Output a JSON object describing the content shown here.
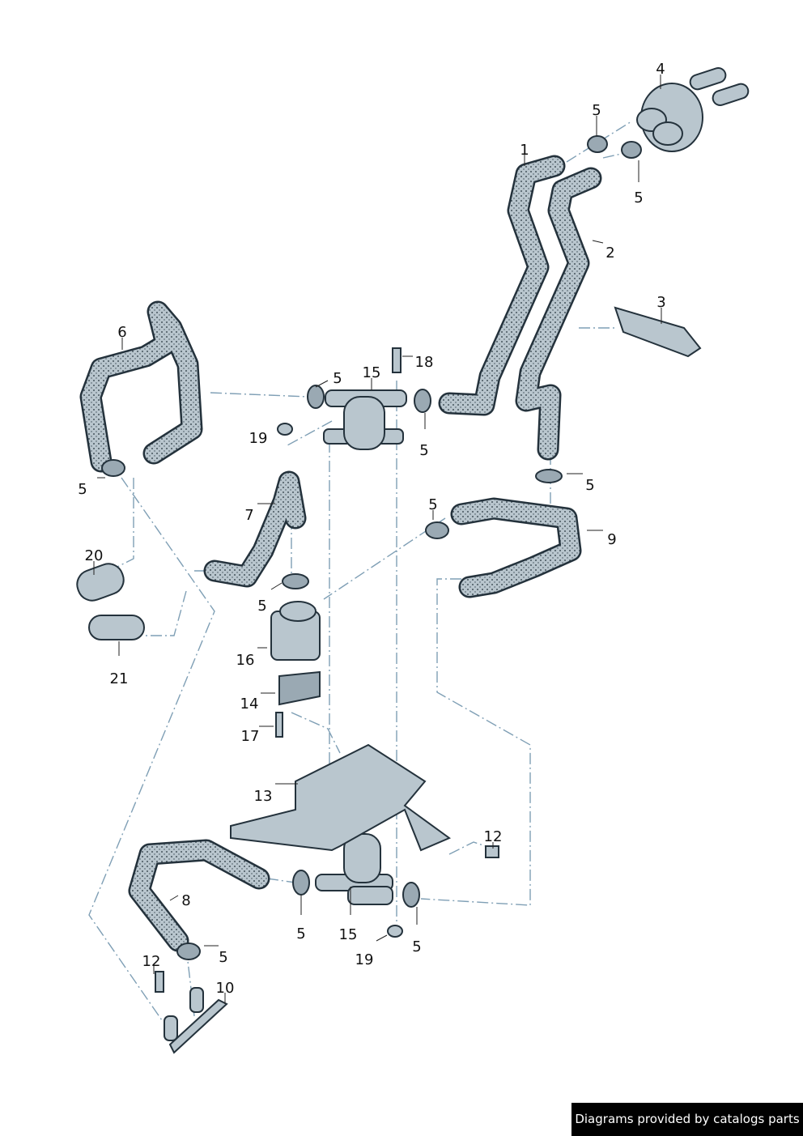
{
  "diagram": {
    "labels": [
      "1",
      "2",
      "3",
      "4",
      "5",
      "5",
      "6",
      "5",
      "15",
      "18",
      "19",
      "5",
      "5",
      "5",
      "7",
      "5",
      "9",
      "20",
      "5",
      "16",
      "21",
      "14",
      "17",
      "13",
      "12",
      "8",
      "5",
      "15",
      "5",
      "19",
      "5",
      "12",
      "10"
    ],
    "colors": {
      "hose": "#b9c6ce",
      "outline": "#24323c",
      "dash_line": "#7f9fb5"
    }
  },
  "footer": {
    "text": "Diagrams provided by catalogs parts"
  }
}
